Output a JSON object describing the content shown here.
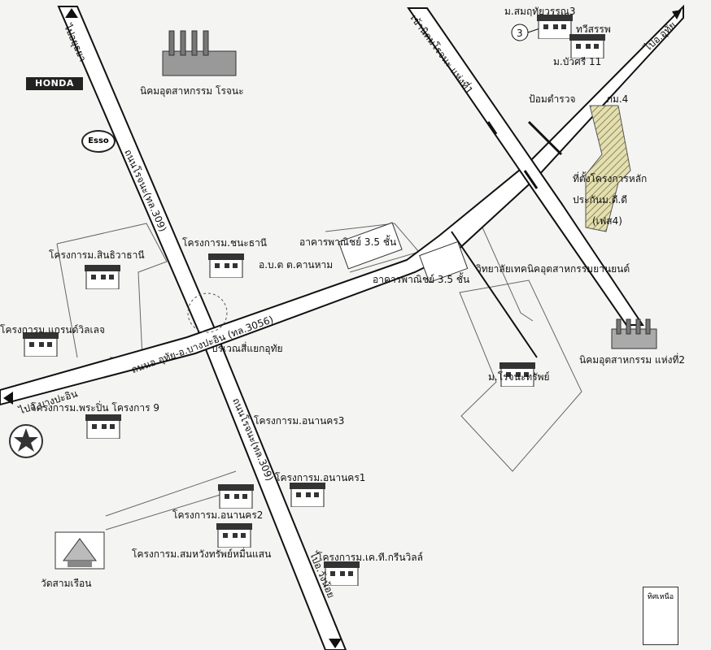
{
  "roads": {
    "rojana_309_top": "ถนนโรจนะ(ทล.309)",
    "rojana_309_bottom": "ถนนโรจนะ(ทล.309)",
    "uthai_bangpain": "ถนนอ.อุทัย-อ.บางปะอิน (ทล.3056)",
    "to_ayutthaya": "ไปอยุธยา",
    "to_bangpain": "ไปอ.บางปะอิน",
    "to_wangnoi": "ไปอ.วังน้อย",
    "to_uthai": "ไปอ.อุทัย",
    "to_rojana_market": "เข้านิคมโรจนะ แห่งที่1"
  },
  "places": {
    "rojana_estate": "นิคมอุตสาหกรรม โรจนะ",
    "rojana_estate_2": "นิคมอุตสาหกรรม แห่งที่2",
    "uthai_intersection": "บริเวณสี่แยกอุทัย",
    "commercial_1": "อาคารพาณิชย์ 3.5 ชั้น",
    "commercial_2": "อาคารพาณิชย์ 3.5 ชั้น",
    "obt_kanham": "อ.บ.ต ต.คานหาม",
    "tech_college": "วิทยาลัยเทคนิคอุตสาหกรรมยานยนต์",
    "police_box": "ป้อมตำรวจ",
    "wat_samruean": "วัดสามเรือน",
    "project_site_1": "ที่ตั้งโครงการหลัก",
    "project_site_2": "ประกันม.ดี.ดี",
    "project_site_3": "(เฟส4)",
    "mu4": "ภม.4"
  },
  "projects": {
    "somrudee": "ม.สมฤทัยวรรณ3",
    "thawisub": "ทวีสรรพ",
    "buasri": "ม.บัวศรี 11",
    "chana_thani": "โครงการม.ชนะธานี",
    "sinthiwa_thani": "โครงการม.สินธิวาธานี",
    "grand_village": "โครงการม.แกรนด์วิลเลจ",
    "prapin_9": "โครงการม.พระปิ่น โครงการ 9",
    "anan_nakorn_3": "โครงการม.อนานคร3",
    "anan_nakorn_1": "โครงการม.อนานคร1",
    "anan_nakorn_2": "โครงการม.อนานคร2",
    "somwang": "โครงการม.สมหวังทรัพย์หมื่นแสน",
    "kt_green_ville": "โครงการม.เค.ที.กรีนวิลล์",
    "rojana_sap": "ม.โรจนะทรัพย์"
  },
  "markers": {
    "circle_3": "3"
  },
  "logos": {
    "honda": "HONDA",
    "esso": "Esso"
  },
  "north": {
    "label": "ทิศเหนือ"
  },
  "colors": {
    "road_fill": "#ffffff",
    "road_edge": "#111111",
    "site_hatch": "#c9c38a"
  }
}
